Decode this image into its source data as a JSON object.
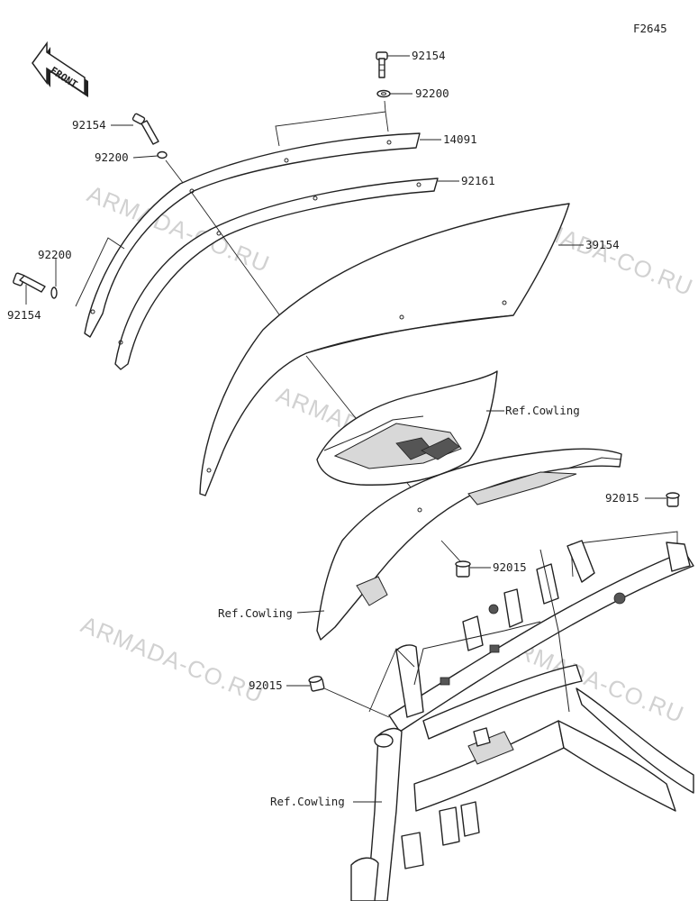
{
  "figure_code": "F2645",
  "front_label": "FRONT",
  "watermark": "ARMADA-CO.RU",
  "callouts": {
    "c92154_top": "92154",
    "c92200_top": "92200",
    "c14091": "14091",
    "c92154_left": "92154",
    "c92200_left": "92200",
    "c92161": "92161",
    "c39154": "39154",
    "c92200_side": "92200",
    "c92154_side": "92154",
    "ref_cowling_1": "Ref.Cowling",
    "c92015_right": "92015",
    "c92015_mid": "92015",
    "ref_cowling_2": "Ref.Cowling",
    "c92015_left": "92015",
    "ref_cowling_3": "Ref.Cowling"
  }
}
